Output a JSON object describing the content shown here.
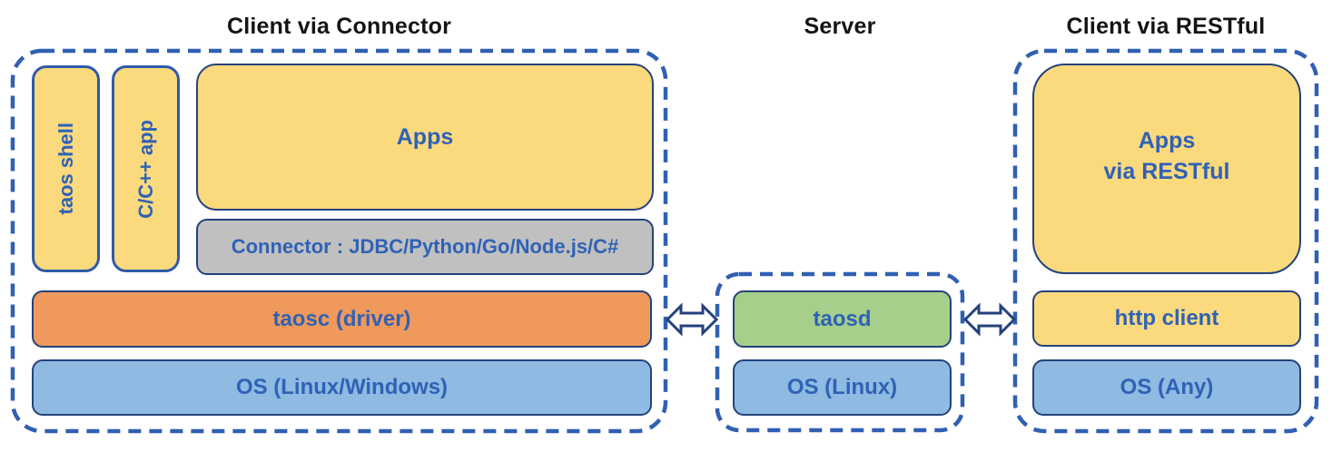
{
  "titles": {
    "client_connector": "Client via Connector",
    "server": "Server",
    "client_restful": "Client via RESTful"
  },
  "client_connector": {
    "taos_shell": "taos shell",
    "cpp_app": "C/C++ app",
    "apps": "Apps",
    "connector": "Connector : JDBC/Python/Go/Node.js/C#",
    "taosc": "taosc (driver)",
    "os": "OS (Linux/Windows)"
  },
  "server": {
    "taosd": "taosd",
    "os": "OS (Linux)"
  },
  "client_restful": {
    "apps_line1": "Apps",
    "apps_line2": "via RESTful",
    "http_client": "http client",
    "os": "OS (Any)"
  },
  "colors": {
    "yellow": "#FBD97D",
    "gray": "#C0C0C0",
    "orange": "#F0995D",
    "blue": "#8FBAE2",
    "green": "#A6CF8B",
    "dashed_border": "#3060B2",
    "box_border": "#24427C",
    "vert_border": "#2E5BA8",
    "label_text": "#2F62B5",
    "title_text": "#141414"
  }
}
